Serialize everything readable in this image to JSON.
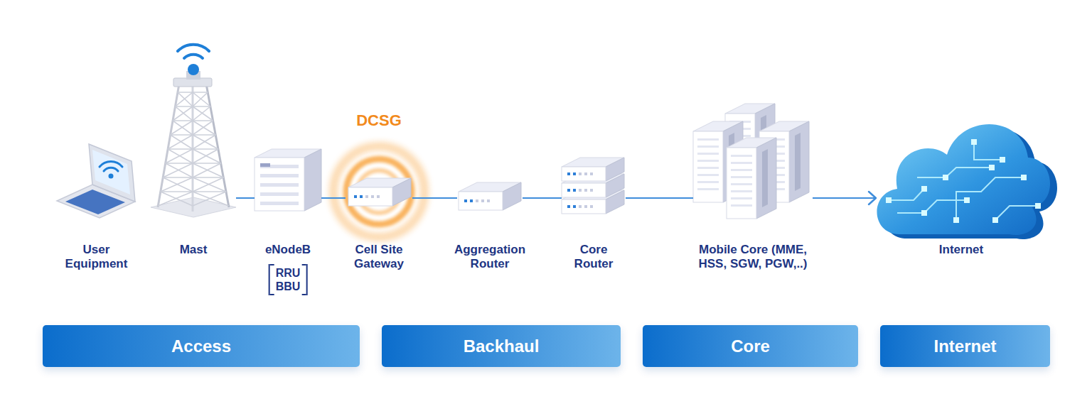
{
  "diagram": {
    "nodes": [
      {
        "text": [
          "User Equipment"
        ]
      },
      {
        "text": [
          "Mast"
        ]
      },
      {
        "text": [
          "eNodeB",
          "RRU BBU"
        ]
      },
      {
        "text": [
          "DCSG",
          "Cell Site Gateway"
        ]
      },
      {
        "text": [
          "Aggregation Router"
        ]
      },
      {
        "text": [
          "Core Router"
        ]
      },
      {
        "text": [
          "Mobile Core (MME, HSS, SGW, PGW,..)"
        ]
      },
      {
        "text": [
          "Internet"
        ]
      },
      {
        "text": [
          "Access"
        ]
      },
      {
        "text": [
          "Backhaul"
        ]
      },
      {
        "text": [
          "Core"
        ]
      },
      {
        "text": [
          "Internet"
        ]
      }
    ],
    "edges": [
      {
        "from": 1,
        "to": 2,
        "arrow": "none"
      },
      {
        "from": 2,
        "to": 3,
        "arrow": "none"
      },
      {
        "from": 3,
        "to": 4,
        "arrow": "none"
      },
      {
        "from": 4,
        "to": 5,
        "arrow": "none"
      },
      {
        "from": 5,
        "to": 6,
        "arrow": "none"
      },
      {
        "from": 6,
        "to": 7,
        "arrow": "to"
      }
    ]
  }
}
